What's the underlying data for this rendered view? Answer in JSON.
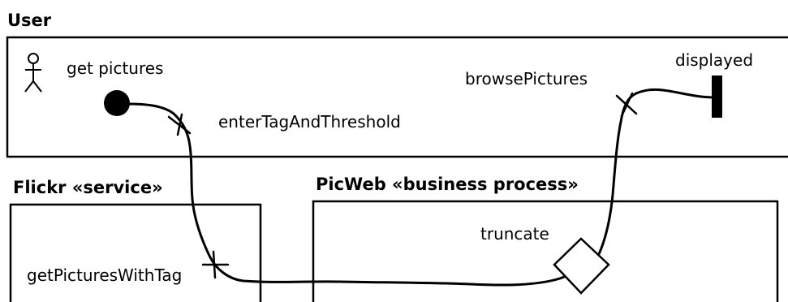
{
  "lanes": {
    "user": {
      "title": "User"
    },
    "flickr": {
      "title": "Flickr «service»"
    },
    "picweb": {
      "title": "PicWeb «business process»"
    }
  },
  "nodes": {
    "actor": {
      "icon": "stick-figure-actor-icon"
    },
    "get_pictures": {
      "label": "get pictures"
    },
    "initial": {
      "icon": "filled-initial-node"
    },
    "enter_tag": {
      "label": "enterTagAndThreshold"
    },
    "get_pictures_with_tag": {
      "label": "getPicturesWithTag"
    },
    "truncate": {
      "label": "truncate"
    },
    "decision": {
      "icon": "decision-diamond"
    },
    "browse_pictures": {
      "label": "browsePictures"
    },
    "displayed": {
      "label": "displayed"
    },
    "final_bar": {
      "icon": "final-bar"
    }
  }
}
